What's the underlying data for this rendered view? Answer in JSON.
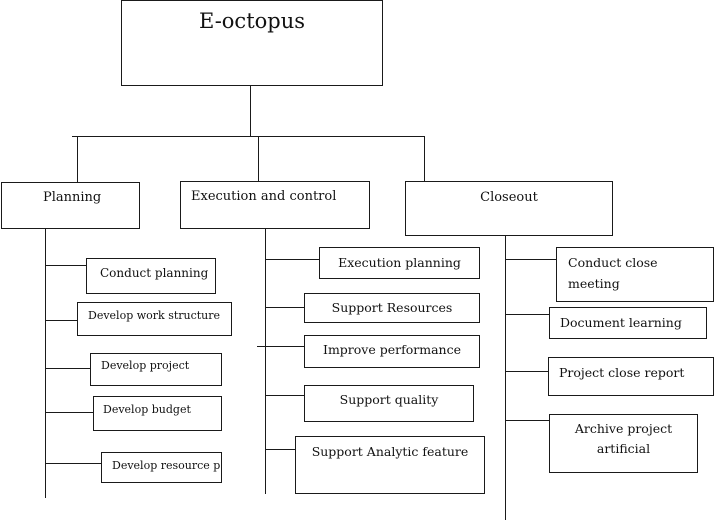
{
  "root": {
    "label": "E-octopus"
  },
  "branches": [
    {
      "label": "Planning",
      "children": [
        "Conduct planning",
        "Develop work structure",
        "Develop project",
        "Develop budget",
        "Develop resource p"
      ]
    },
    {
      "label": "Execution and control",
      "children": [
        "Execution planning",
        "Support Resources",
        "Improve performance",
        "Support quality",
        "Support Analytic feature"
      ]
    },
    {
      "label": "Closeout",
      "children": [
        "Conduct close meeting",
        "Document learning",
        "Project close report",
        "Archive project artificial"
      ]
    }
  ]
}
